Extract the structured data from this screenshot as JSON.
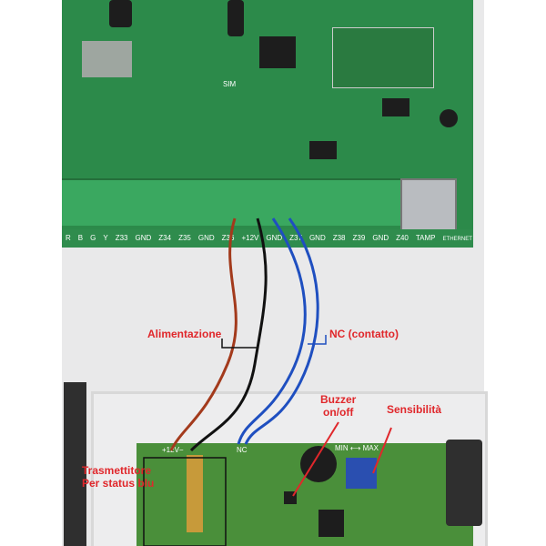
{
  "terminal_labels": [
    "R",
    "B",
    "G",
    "Y",
    "Z33",
    "GND",
    "Z34",
    "Z35",
    "GND",
    "Z36",
    "+12V",
    "GND",
    "Z37",
    "GND",
    "Z38",
    "Z39",
    "GND",
    "Z40",
    "TAMP",
    "ETHERNET"
  ],
  "annotations": {
    "power": "Alimentazione",
    "nc": "NC (contatto)",
    "buzzer_line1": "Buzzer",
    "buzzer_line2": "on/off",
    "sensitivity": "Sensibilità",
    "transmitter_line1": "Trasmettitore",
    "transmitter_line2": "Per status blu"
  },
  "sensor_silkscreen": {
    "power": "+12V−",
    "nc": "NC",
    "range": "MIN ⟷ MAX",
    "sim": "SIM"
  }
}
